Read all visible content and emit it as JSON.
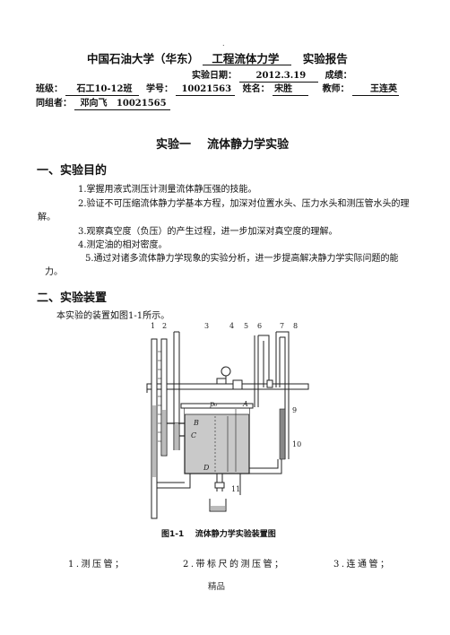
{
  "header": {
    "dot": ".",
    "university": "中国石油大学（华东）",
    "course": "工程流体力学",
    "report": "实验报告",
    "date_label": "实验日期：",
    "date_value": "2012.3.19",
    "score_label": "成绩：",
    "class_label": "班级：",
    "class_value": "石工10-12班",
    "id_label": "学号：",
    "id_value": "10021563",
    "name_label": "姓名：",
    "name_value": "宋胜",
    "teacher_label": "教师：",
    "teacher_value": "王连英",
    "group_label": "同组者：",
    "group_value": "邓向飞   10021565"
  },
  "title": "实验一    流体静力学实验",
  "section1": {
    "heading": "一、实验目的",
    "items": [
      "1.掌握用液式测压计测量流体静压强的技能。",
      "2.验证不可压缩流体静力学基本方程，加深对位置水头、压力水头和测压管水头的理解。",
      "3.观察真空度（负压）的产生过程，进一步加深对真空度的理解。",
      "4.测定油的相对密度。",
      "5.通过对诸多流体静力学现象的实验分析，进一步提高解决静力学实际问题的能力。"
    ]
  },
  "section2": {
    "heading": "二、实验装置",
    "intro": "本实验的装置如图1-1所示。"
  },
  "figure": {
    "caption": "图1-1    流体静力学实验装置图",
    "numbers": [
      "1",
      "2",
      "3",
      "4",
      "5",
      "6",
      "7",
      "8",
      "9",
      "10",
      "11"
    ],
    "labels": {
      "p0": "p₀",
      "A": "A",
      "B": "B",
      "C": "C",
      "D": "D"
    }
  },
  "parts": [
    "1.测压管；",
    "2.带标尺的测压管；",
    "3.连通管；"
  ],
  "footer": "精品"
}
